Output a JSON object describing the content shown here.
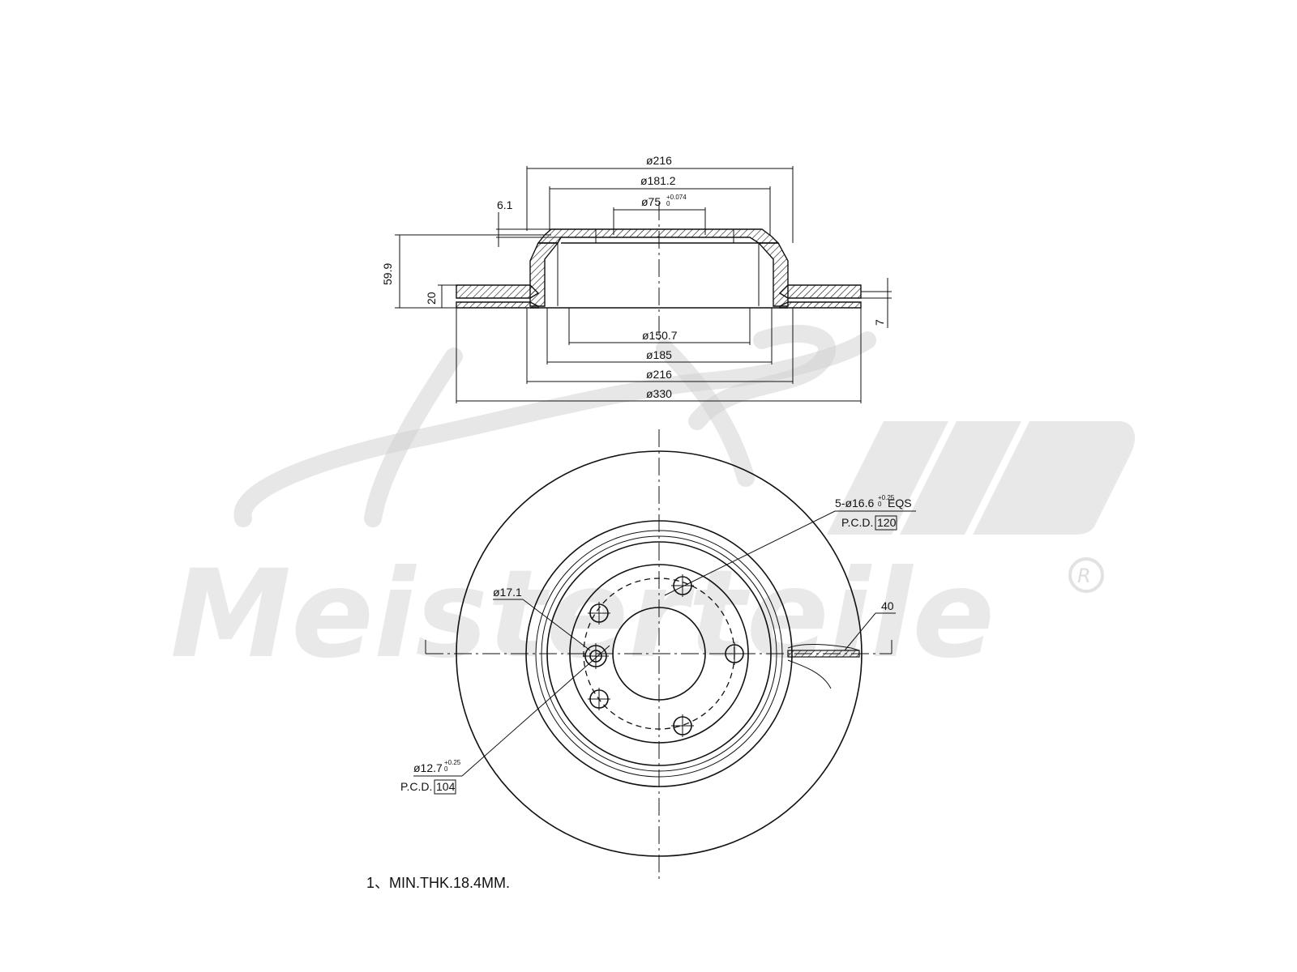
{
  "side_view": {
    "dia_216_top": "ø216",
    "dia_181": "ø181.2",
    "dia_75": "ø75",
    "dia_75_tol_upper": "+0.074",
    "dia_75_tol_lower": "0",
    "dim_6_1": "6.1",
    "dim_59_9": "59.9",
    "dim_20": "20",
    "dim_7": "7",
    "dia_150_7": "ø150.7",
    "dia_185": "ø185",
    "dia_216_bottom": "ø216",
    "dia_330": "ø330"
  },
  "front_view": {
    "bolt_holes": "5-ø16.6",
    "bolt_holes_tol_upper": "+0.25",
    "bolt_holes_tol_lower": "0",
    "bolt_holes_suffix": "EQS",
    "pcd_label_1": "P.C.D.",
    "pcd_value_1": "120",
    "dia_17_1": "ø17.1",
    "dim_40": "40",
    "dia_12_7": "ø12.7",
    "dia_12_7_tol_upper": "+0.25",
    "dia_12_7_tol_lower": "0",
    "pcd_label_2": "P.C.D.",
    "pcd_value_2": "104"
  },
  "notes": {
    "note_1": "1、MIN.THK.18.4MM."
  },
  "watermark": {
    "logo_text": "A.Z. Meisterteile",
    "registered": "R"
  }
}
